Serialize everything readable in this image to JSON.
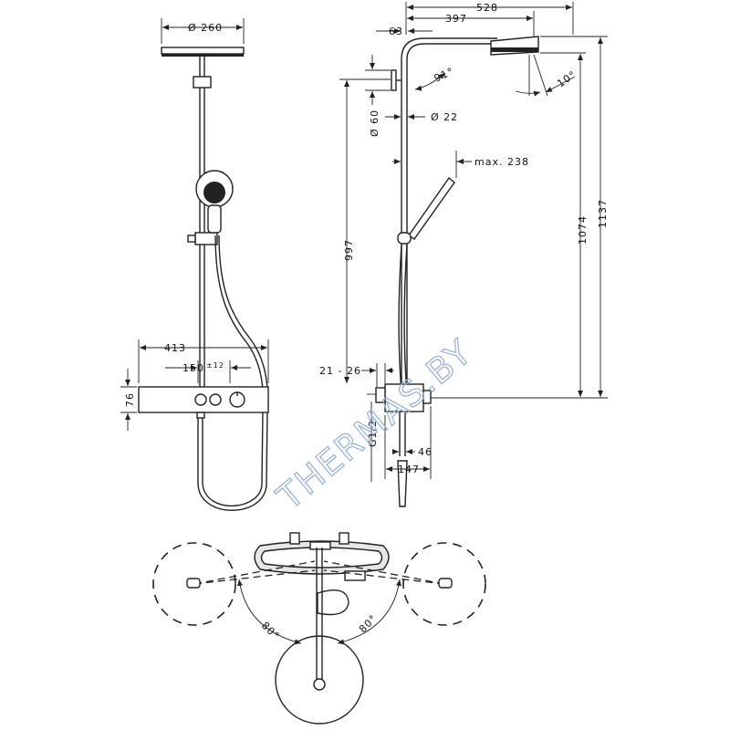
{
  "dimensions": {
    "overhead_diameter": "Ø 260",
    "arm_length_total": "528",
    "arm_length": "397",
    "wall_offset": "63",
    "arm_angle": "91°",
    "tilt_angle": "10°",
    "bracket_diameter": "Ø 60",
    "pipe_diameter": "Ø 22",
    "hand_shower_reach": "max. 238",
    "rail_height": "997",
    "height_to_overhead": "1074",
    "total_height": "1137",
    "thermostat_width": "413",
    "connection_spacing": "150",
    "connection_tolerance": "±12",
    "thermostat_height": "76",
    "wall_gap": "21 - 26",
    "thread": "G1/2",
    "depth_outlet": "46",
    "depth_total": "147",
    "rotation_left": "80°",
    "rotation_right": "80°"
  },
  "watermark": "THERMAS.BY"
}
